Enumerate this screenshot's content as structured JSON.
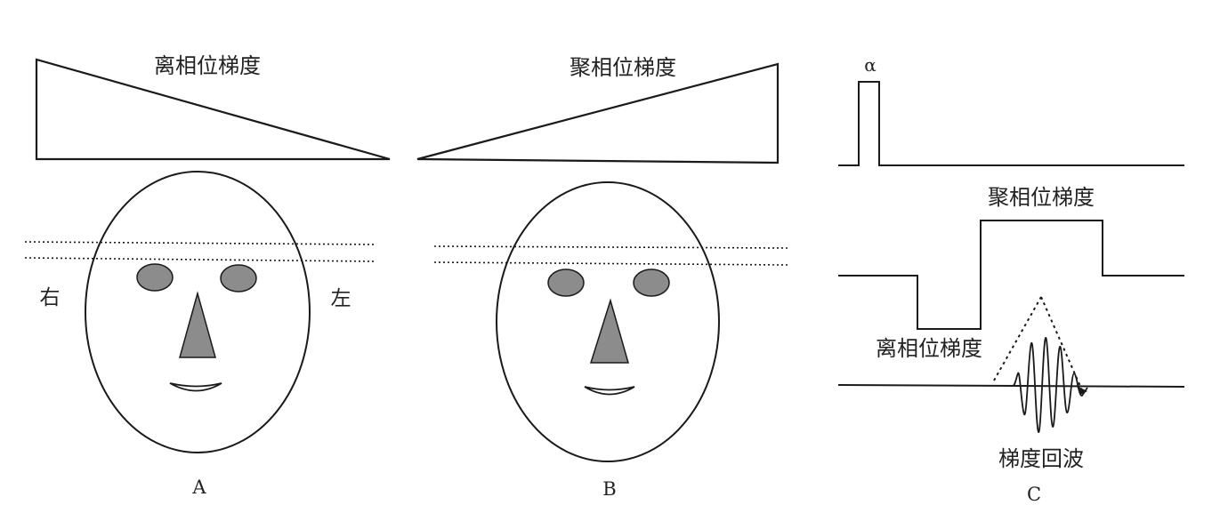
{
  "colors": {
    "line": "#1a1a1a",
    "feature_fill": "#8c8c8c",
    "background": "#ffffff"
  },
  "panel_a": {
    "gradient_label": "离相位梯度",
    "side_right": "右",
    "side_left": "左",
    "caption": "A"
  },
  "panel_b": {
    "gradient_label": "聚相位梯度",
    "caption": "B"
  },
  "panel_c": {
    "pulse_label": "α",
    "rephase_label": "聚相位梯度",
    "dephase_label": "离相位梯度",
    "echo_label": "梯度回波",
    "caption": "C"
  }
}
